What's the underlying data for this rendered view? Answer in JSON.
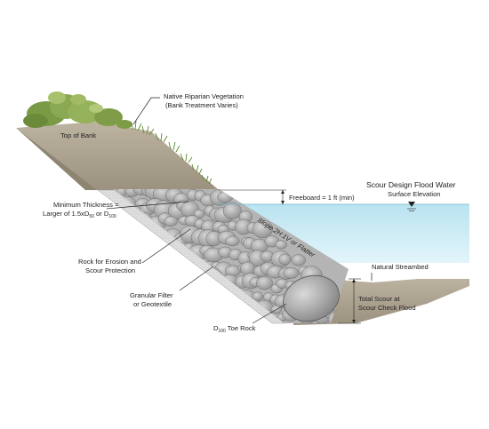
{
  "labels": {
    "vegetation_line1": "Native Riparian Vegetation",
    "vegetation_line2": "(Bank Treatment Varies)",
    "top_of_bank": "Top of Bank",
    "scour_water_line1": "Scour Design Flood Water",
    "scour_water_line2": "Surface Elevation",
    "freeboard": "Freeboard = 1 ft (min)",
    "min_thickness_line1": "Minimum Thickness =",
    "min_thickness_line2_a": "Larger of 1.5xD",
    "min_thickness_sub1": "50",
    "min_thickness_line2_b": " or D",
    "min_thickness_sub2": "100",
    "slope": "Slope 2H:1V or Flatter",
    "rock_line1": "Rock for Erosion and",
    "rock_line2": "Scour Protection",
    "natural_streambed": "Natural Streambed",
    "total_scour_line1": "Total Scour at",
    "total_scour_line2": "Scour Check Flood",
    "filter_line1": "Granular Filter",
    "filter_line2": "or Geotextile",
    "toe_rock_a": "D",
    "toe_rock_sub": "100",
    "toe_rock_b": " Toe Rock"
  },
  "colors": {
    "soil": "#a99e8b",
    "soil_top": "#b8ae9b",
    "water_top": "#bfe6f2",
    "water_bottom": "#dff4fa",
    "rock": "#a9a9a9",
    "filter": "#dcdcdc",
    "vegetation": "#6f8f3a"
  }
}
